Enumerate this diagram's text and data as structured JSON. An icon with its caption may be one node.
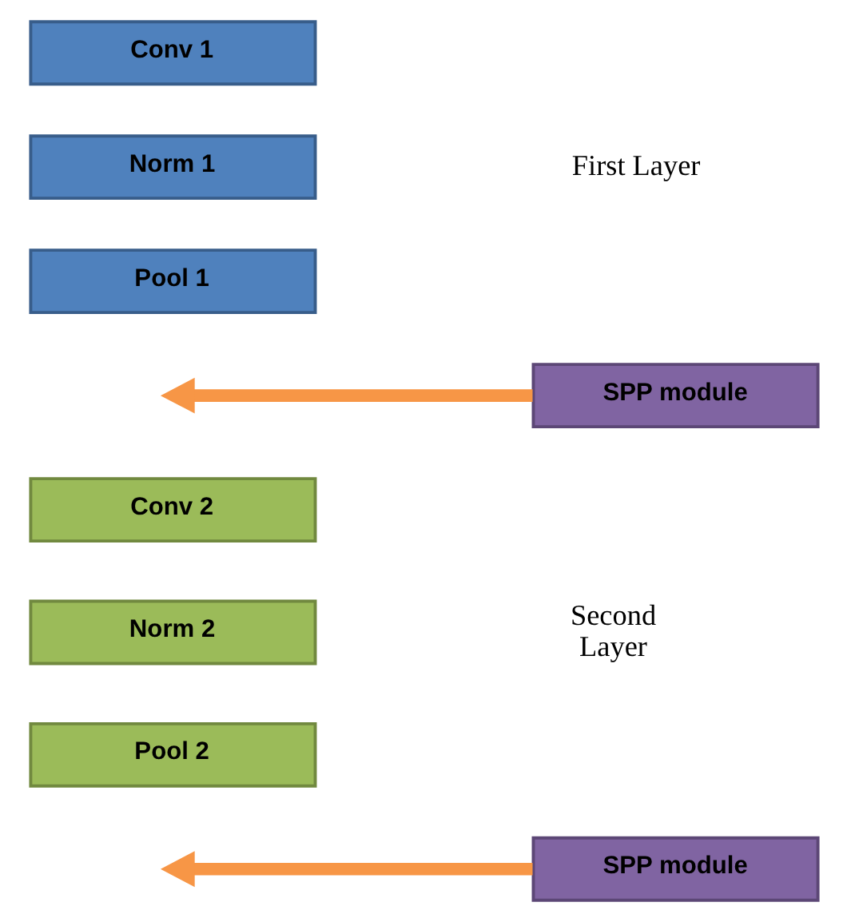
{
  "diagram": {
    "nodes": [
      {
        "text": [
          "Conv 1"
        ]
      },
      {
        "text": [
          "Norm 1"
        ]
      },
      {
        "text": [
          "Pool 1"
        ]
      },
      {
        "text": [
          "Conv 2"
        ]
      },
      {
        "text": [
          "Norm 2"
        ]
      },
      {
        "text": [
          "Pool 2"
        ]
      },
      {
        "text": [
          "SPP module"
        ]
      },
      {
        "text": [
          "SPP module"
        ]
      }
    ],
    "edges": [
      {
        "from": 6,
        "to": null,
        "arrow": "to"
      },
      {
        "from": 7,
        "to": null,
        "arrow": "to"
      }
    ],
    "labels": [
      "First Layer",
      "Second Layer"
    ]
  }
}
